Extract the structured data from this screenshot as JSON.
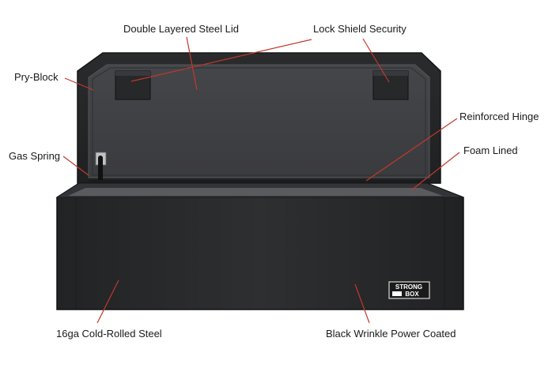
{
  "callouts": {
    "lid": "Double Layered Steel Lid",
    "lock": "Lock Shield Security",
    "pry": "Pry-Block",
    "hinge": "Reinforced Hinge",
    "gas": "Gas Spring",
    "foam": "Foam Lined",
    "steel": "16ga Cold-Rolled Steel",
    "coating": "Black Wrinkle Power Coated"
  },
  "badge": {
    "line1": "STRONG",
    "line2": "BOX"
  },
  "colors": {
    "box_body": "#2b2b2d",
    "lid_inner": "#3c3d40",
    "leader_line": "#c0392b",
    "text": "#1a1a1a"
  }
}
